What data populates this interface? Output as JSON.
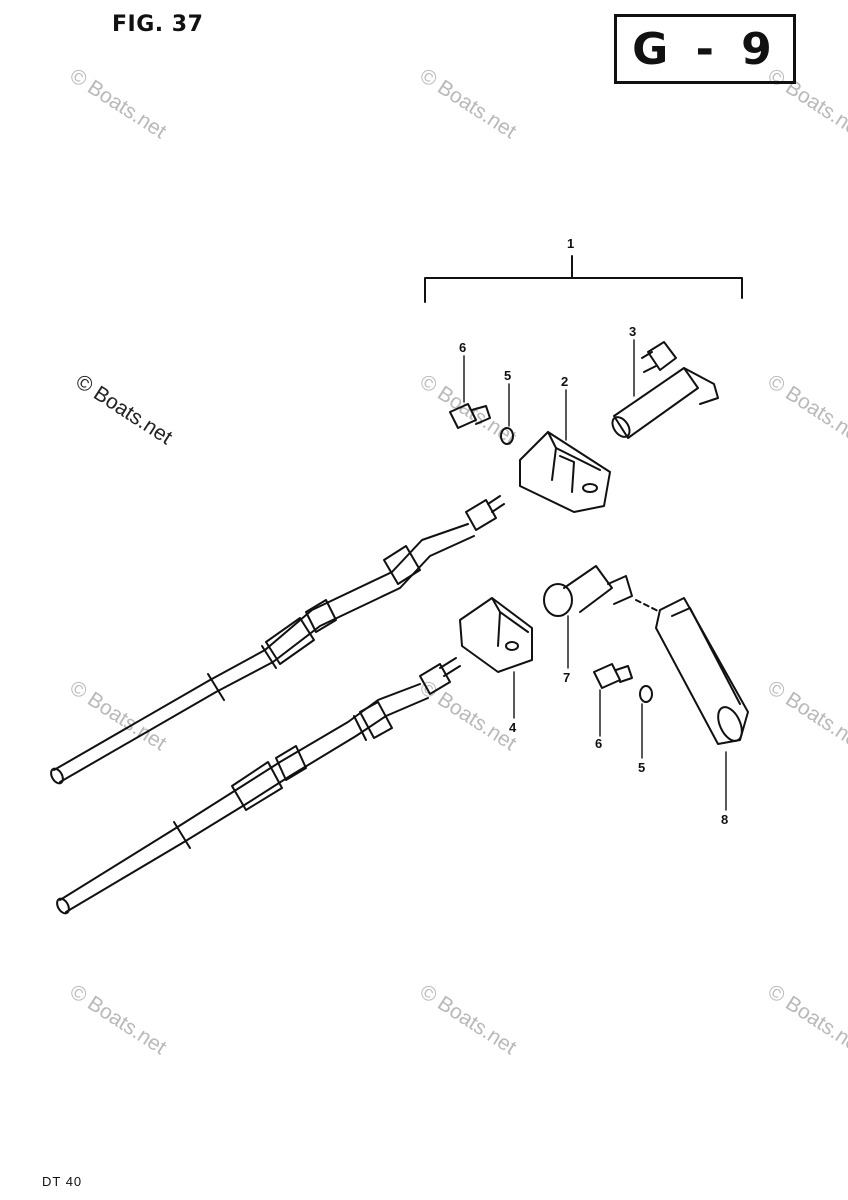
{
  "figure": {
    "label": "FIG. 37"
  },
  "section_code": "G - 9",
  "model": "DT 40",
  "watermark_text": "© Boats.net",
  "callouts": {
    "c1": "1",
    "c2": "2",
    "c3": "3",
    "c4": "4",
    "c5a": "5",
    "c5b": "5",
    "c6a": "6",
    "c6b": "6",
    "c7": "7",
    "c8": "8"
  }
}
